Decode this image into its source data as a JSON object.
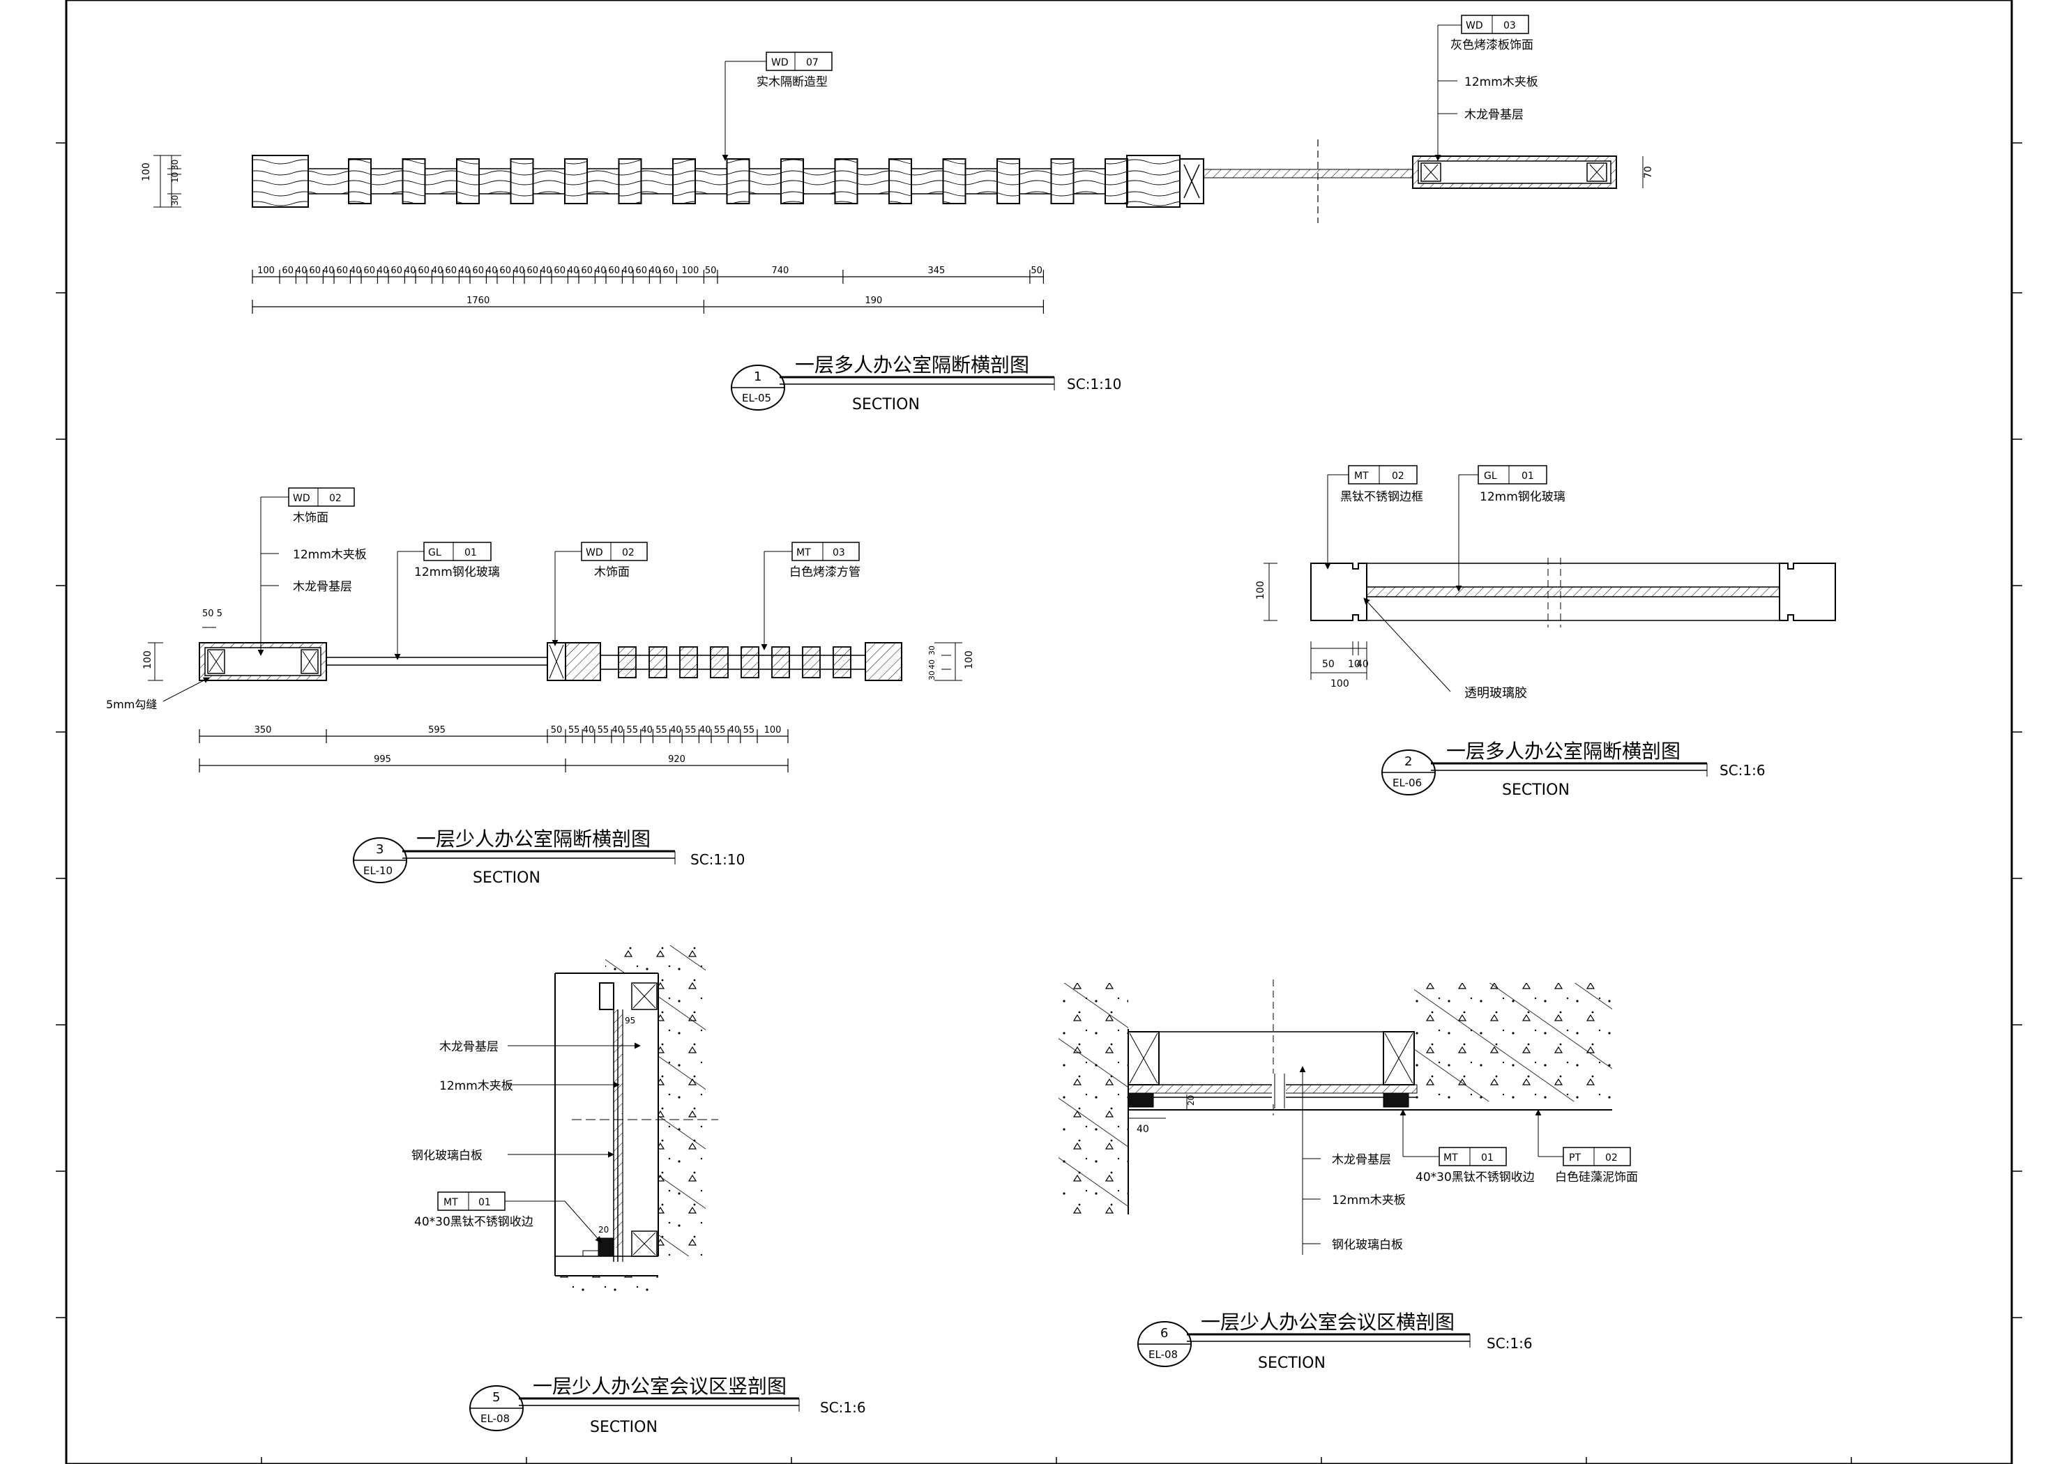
{
  "sections": [
    {
      "id": "s1",
      "number": "1",
      "ref": "EL-05",
      "title": "一层多人办公室隔断横剖图",
      "subtitle": "SECTION",
      "scale": "SC:1:10",
      "tags": [
        {
          "code": "WD",
          "num": "07",
          "text": "实木隔断造型"
        },
        {
          "code": "WD",
          "num": "03",
          "text": "灰色烤漆板饰面"
        }
      ],
      "notes": [
        "12mm木夹板",
        "木龙骨基层"
      ],
      "left_dims": [
        "100",
        "30",
        "10",
        "30",
        "30"
      ],
      "right_dim": "70",
      "row1": [
        "100",
        "60",
        "40",
        "60",
        "40",
        "60",
        "40",
        "60",
        "40",
        "60",
        "40",
        "60",
        "40",
        "60",
        "40",
        "60",
        "40",
        "60",
        "40",
        "60",
        "40",
        "60",
        "40",
        "60",
        "40",
        "60",
        "40",
        "60",
        "40",
        "60",
        "100",
        "50",
        "740",
        "345",
        "50"
      ],
      "row2": [
        "1760",
        "190"
      ]
    },
    {
      "id": "s2",
      "number": "2",
      "ref": "EL-06",
      "title": "一层多人办公室隔断横剖图",
      "subtitle": "SECTION",
      "scale": "SC:1:6",
      "tags": [
        {
          "code": "MT",
          "num": "02",
          "text": "黑钛不锈钢边框"
        },
        {
          "code": "GL",
          "num": "01",
          "text": "12mm钢化玻璃"
        }
      ],
      "notes": [
        "透明玻璃胶"
      ],
      "left_dim": "100",
      "row1": [
        "50",
        "10",
        "40"
      ],
      "row2": [
        "100"
      ]
    },
    {
      "id": "s3",
      "number": "3",
      "ref": "EL-10",
      "title": "一层少人办公室隔断横剖图",
      "subtitle": "SECTION",
      "scale": "SC:1:10",
      "tags": [
        {
          "code": "WD",
          "num": "02",
          "text": "木饰面"
        },
        {
          "code": "GL",
          "num": "01",
          "text": "12mm钢化玻璃"
        },
        {
          "code": "WD",
          "num": "02",
          "text": "木饰面"
        },
        {
          "code": "MT",
          "num": "03",
          "text": "白色烤漆方管"
        }
      ],
      "notes": [
        "12mm木夹板",
        "木龙骨基层",
        "5mm勾缝"
      ],
      "top_dims": "50 5",
      "left_dim": "100",
      "right_dims": [
        "30",
        "40",
        "30"
      ],
      "right_dim": "100",
      "row1": [
        "350",
        "595",
        "50",
        "55",
        "40",
        "55",
        "40",
        "55",
        "40",
        "55",
        "40",
        "55",
        "40",
        "55",
        "40",
        "55",
        "100"
      ],
      "row2": [
        "995",
        "920"
      ]
    },
    {
      "id": "s5",
      "number": "5",
      "ref": "EL-08",
      "title": "一层少人办公室会议区竖剖图",
      "subtitle": "SECTION",
      "scale": "SC:1:6",
      "tags": [
        {
          "code": "MT",
          "num": "01",
          "text": "40*30黑钛不锈钢收边"
        }
      ],
      "notes": [
        "木龙骨基层",
        "12mm木夹板",
        "钢化玻璃白板"
      ],
      "dims": [
        "95",
        "20"
      ]
    },
    {
      "id": "s6",
      "number": "6",
      "ref": "EL-08",
      "title": "一层少人办公室会议区横剖图",
      "subtitle": "SECTION",
      "scale": "SC:1:6",
      "tags": [
        {
          "code": "MT",
          "num": "01",
          "text": "40*30黑钛不锈钢收边"
        },
        {
          "code": "PT",
          "num": "02",
          "text": "白色硅藻泥饰面"
        }
      ],
      "notes": [
        "木龙骨基层",
        "12mm木夹板",
        "钢化玻璃白板"
      ],
      "dims": [
        "40",
        "20"
      ]
    }
  ]
}
